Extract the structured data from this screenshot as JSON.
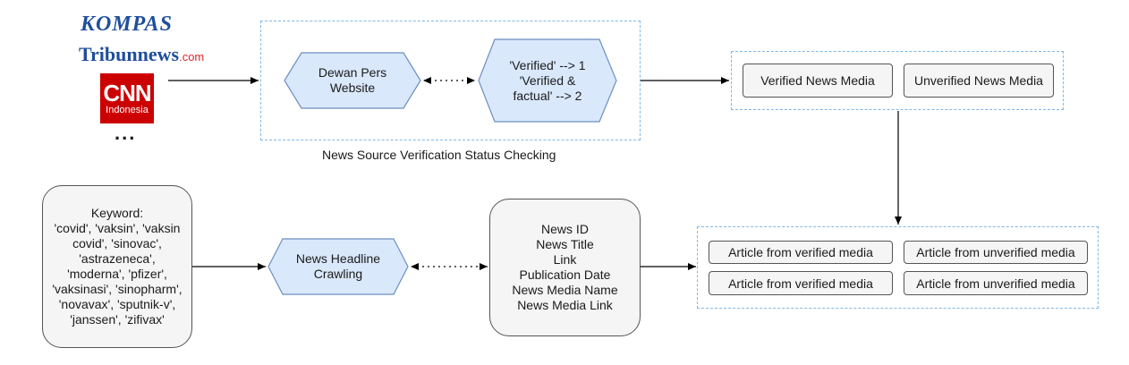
{
  "sources": {
    "kompas": "KOMPAS",
    "tribun": "Tribunnews",
    "tribun_suffix": ".com",
    "cnn": "CNN",
    "cnn_sub": "Indonesia",
    "more": "..."
  },
  "verification": {
    "dewan_pers": "Dewan Pers\nWebsite",
    "status_codes": "'Verified' --> 1\n'Verified &\nfactual' --> 2",
    "caption": "News Source Verification Status Checking"
  },
  "media_categories": {
    "verified": "Verified News Media",
    "unverified": "Unverified News Media"
  },
  "keywords": {
    "text": "Keyword:\n'covid', 'vaksin', 'vaksin\ncovid', 'sinovac',\n'astrazeneca',\n'moderna', 'pfizer',\n'vaksinasi', 'sinopharm',\n'novavax', 'sputnik-v',\n'janssen', 'zifivax'"
  },
  "crawling": {
    "label": "News Headline\nCrawling"
  },
  "fields": {
    "text": "News ID\nNews Title\nLink\nPublication Date\nNews Media Name\nNews Media Link"
  },
  "articles": {
    "verified_1": "Article from verified media",
    "unverified_1": "Article from unverified media",
    "verified_2": "Article from verified media",
    "unverified_2": "Article from unverified media"
  },
  "colors": {
    "hex_fill": "#dae8fc",
    "hex_stroke": "#6c8ebf",
    "group_border": "#7fb8e6",
    "box_fill": "#f5f5f5"
  }
}
